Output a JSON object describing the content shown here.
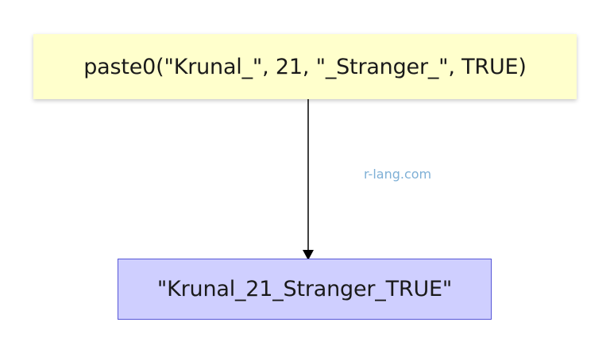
{
  "diagram": {
    "source_node": {
      "label": "paste0(\"Krunal_\", 21, \"_Stranger_\", TRUE)",
      "fill": "#ffffcc"
    },
    "result_node": {
      "label": "\"Krunal_21_Stranger_TRUE\"",
      "fill": "#cfcfff",
      "border": "#5656d6"
    },
    "edge": {
      "from": "source_node",
      "to": "result_node",
      "color": "#000000"
    },
    "watermark": "r-lang.com"
  }
}
